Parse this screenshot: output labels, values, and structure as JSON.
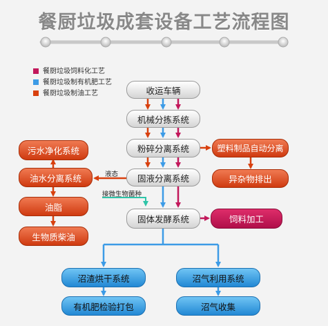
{
  "title": "餐厨垃圾成套设备工艺流程图",
  "legend": [
    {
      "label": "餐厨垃圾饲料化工艺",
      "color": "#c2185b"
    },
    {
      "label": "餐厨垃圾制有机肥工艺",
      "color": "#3c9be6"
    },
    {
      "label": "餐厨垃圾制油工艺",
      "color": "#d8400e"
    }
  ],
  "nodes": {
    "collect": "收运车辆",
    "mech_sort": "机械分拣系统",
    "crush": "粉碎分离系统",
    "solid_liquid": "固液分离系统",
    "ferment": "固体发酵系统",
    "sewage": "污水净化系统",
    "oil_water": "油水分离系统",
    "grease": "油脂",
    "biodiesel": "生物质柴油",
    "plastic": "塑料制品自动分离",
    "impurity": "异杂物排出",
    "feed": "饲料加工",
    "residue_dry": "沼渣烘干系统",
    "fertilizer": "有机肥检验打包",
    "biogas_use": "沼气利用系统",
    "biogas_collect": "沼气收集"
  },
  "labels": {
    "liquid": "液态",
    "microbe": "接微生物菌种"
  },
  "colors": {
    "feed_line": "#c2185b",
    "fertilizer_line": "#3c9be6",
    "oil_line": "#d8400e",
    "microbe_line": "#2ec4a8"
  }
}
